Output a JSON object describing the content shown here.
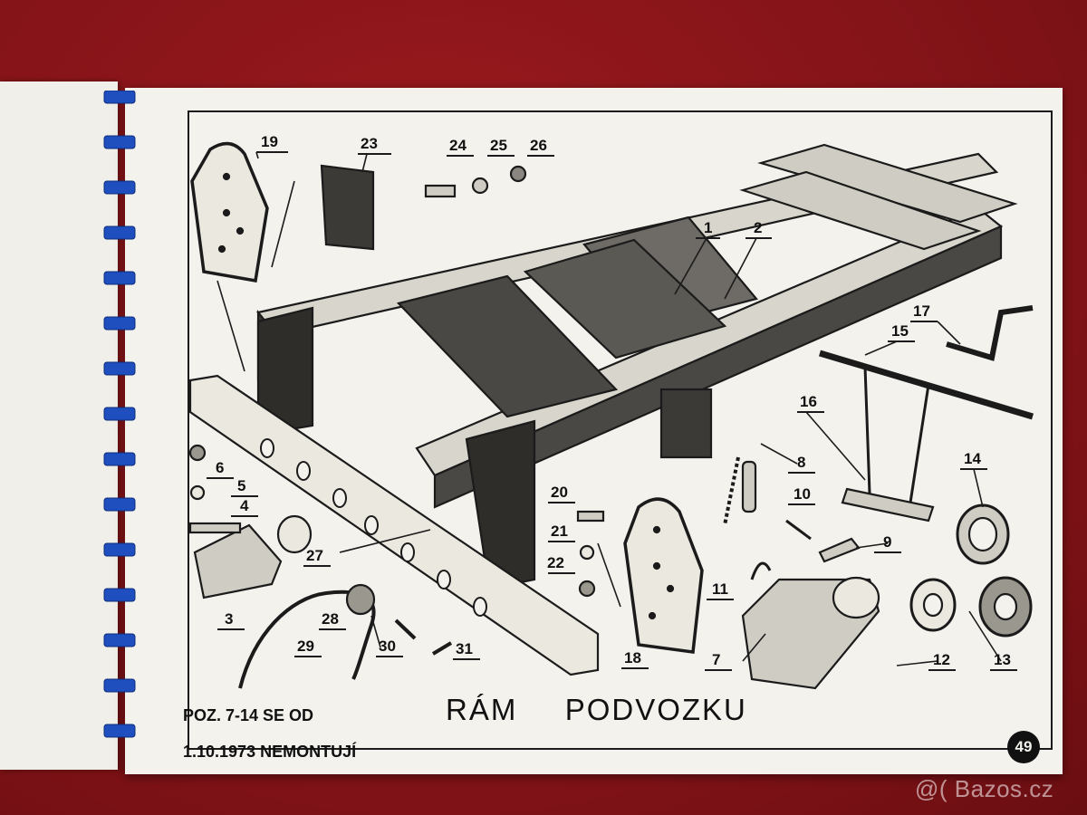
{
  "title": {
    "word1": "RÁM",
    "word2": "PODVOZKU"
  },
  "footnote": {
    "line1": "POZ. 7-14 SE OD",
    "line2": "1.10.1973 NEMONTUJÍ"
  },
  "page_number": "49",
  "watermark": "@( Bazos.cz",
  "callouts": [
    "1",
    "2",
    "3",
    "4",
    "5",
    "6",
    "7",
    "8",
    "9",
    "10",
    "11",
    "12",
    "13",
    "14",
    "15",
    "16",
    "17",
    "18",
    "19",
    "20",
    "21",
    "22",
    "23",
    "24",
    "25",
    "26",
    "27",
    "28",
    "29",
    "30",
    "31"
  ],
  "colors": {
    "background_table": "#8a1418",
    "paper": "#f4f2ed",
    "ink": "#1b1b1b",
    "spiral": "#1f4fbf"
  }
}
